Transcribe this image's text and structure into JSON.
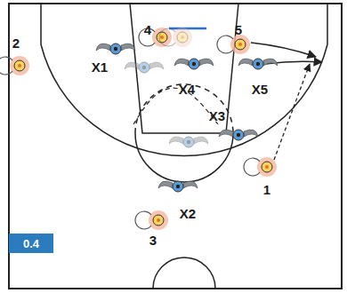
{
  "diagram": {
    "nodes": [
      {
        "text": [
          "0.4"
        ]
      }
    ],
    "labels": [
      "2",
      "X1",
      "4",
      "X4",
      "5",
      "X5",
      "X3",
      "1",
      "X2",
      "3"
    ]
  }
}
